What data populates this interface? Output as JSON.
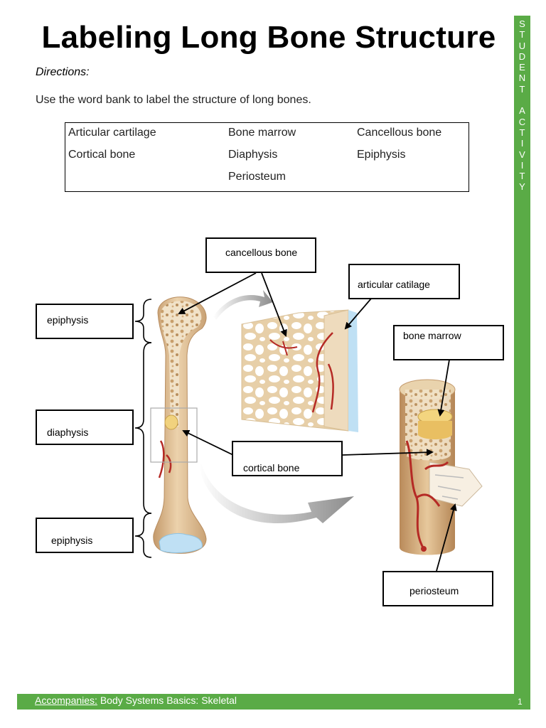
{
  "title": "Labeling Long Bone Structure",
  "directions_label": "Directions:",
  "instructions": "Use the word bank to label the structure of long bones.",
  "word_bank": [
    "Articular cartilage",
    "Bone marrow",
    "Cancellous bone",
    "Cortical bone",
    "Diaphysis",
    "Epiphysis",
    "Periosteum"
  ],
  "side_tab": "STUDENT ACTIVITY",
  "side_tab_letters": [
    "S",
    "T",
    "U",
    "D",
    "E",
    "N",
    "T",
    "",
    "A",
    "C",
    "T",
    "I",
    "V",
    "I",
    "T",
    "Y"
  ],
  "diagram_labels": {
    "epiphysis_top": "epiphysis",
    "diaphysis": "diaphysis",
    "epiphysis_bottom": "epiphysis",
    "cancellous_bone": "cancellous bone",
    "articular_cartilage": "articular catilage",
    "bone_marrow": "bone marrow",
    "cortical_bone": "cortical bone",
    "periosteum": "periosteum"
  },
  "footer": {
    "link_label": "Accompanies:",
    "text": " Body Systems Basics: Skeletal",
    "page_number": "1"
  },
  "colors": {
    "accent_green": "#5aab46",
    "bone_tan": "#d9b98e",
    "vessel_red": "#b52a25",
    "cartilage_blue": "#b9dcf0"
  }
}
